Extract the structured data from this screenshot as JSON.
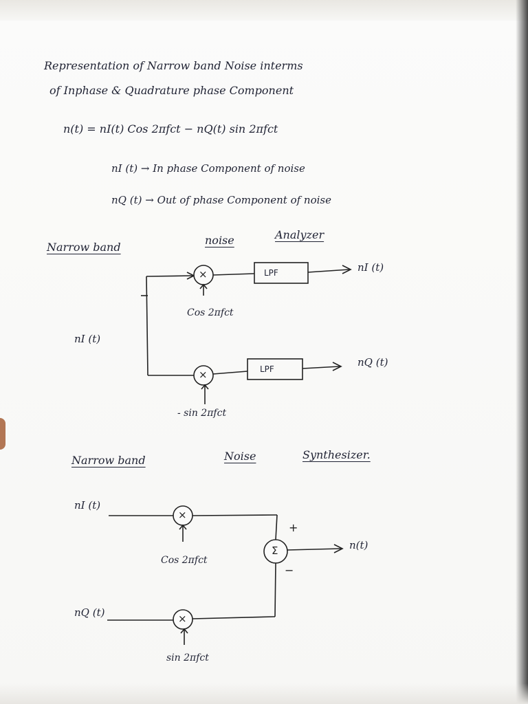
{
  "title": {
    "line1": "Representation of Narrow band Noise interms",
    "line2": "of Inphase & Quadrature phase Component"
  },
  "equation": "n(t) = nI(t) Cos 2πfct − nQ(t) sin 2πfct",
  "definitions": {
    "inphase": "nI (t) → In phase Component of noise",
    "quadrature": "nQ (t) → Out of phase Component of noise"
  },
  "analyzer": {
    "heading": {
      "word1": "Narrow band",
      "word2": "noise",
      "word3": "Analyzer"
    },
    "input_label": "nI (t)",
    "multiplier_symbol": "×",
    "upper_carrier": "Cos 2πfct",
    "lower_carrier": "- sin 2πfct",
    "lpf_label": "LPF",
    "output_inphase": "nI (t)",
    "output_quadrature": "nQ (t)"
  },
  "synthesizer": {
    "heading": {
      "word1": "Narrow band",
      "word2": "Noise",
      "word3": "Synthesizer."
    },
    "input_inphase": "nI (t)",
    "input_quadrature": "nQ (t)",
    "multiplier_symbol": "×",
    "upper_carrier": "Cos 2πfct",
    "lower_carrier": "sin 2πfct",
    "summer_symbol": "Σ",
    "plus_sign": "+",
    "minus_sign": "−",
    "output": "n(t)"
  }
}
